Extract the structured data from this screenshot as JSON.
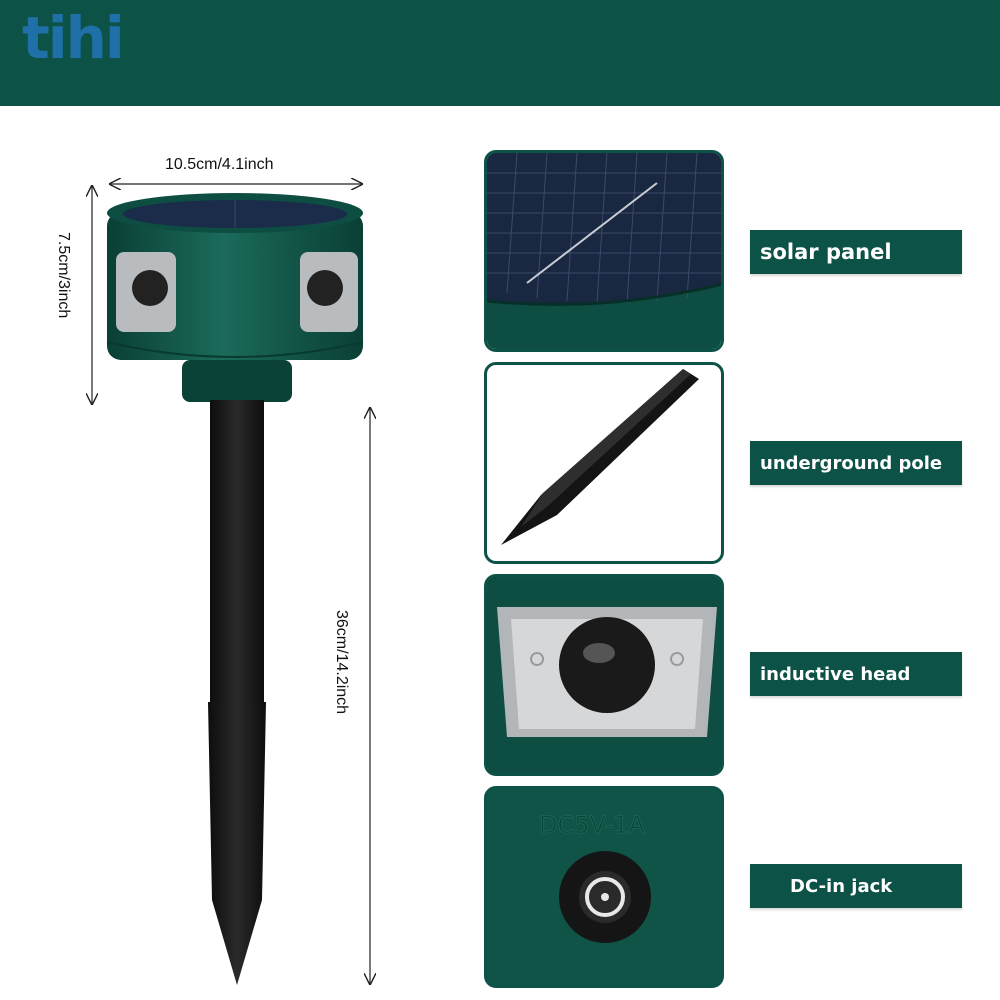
{
  "brand": {
    "logo_text": "tihi"
  },
  "dimensions": {
    "width": "10.5cm/4.1inch",
    "height": "7.5cm/3inch",
    "length": "36cm/14.2inch"
  },
  "features": [
    {
      "label": "solar  panel"
    },
    {
      "label": "underground pole"
    },
    {
      "label": "inductive head"
    },
    {
      "label": "DC-in jack"
    }
  ],
  "jack_marking": "DC5V-1A",
  "colors": {
    "brand_green": "#0d5246",
    "logo_blue": "#1f6fa8"
  }
}
